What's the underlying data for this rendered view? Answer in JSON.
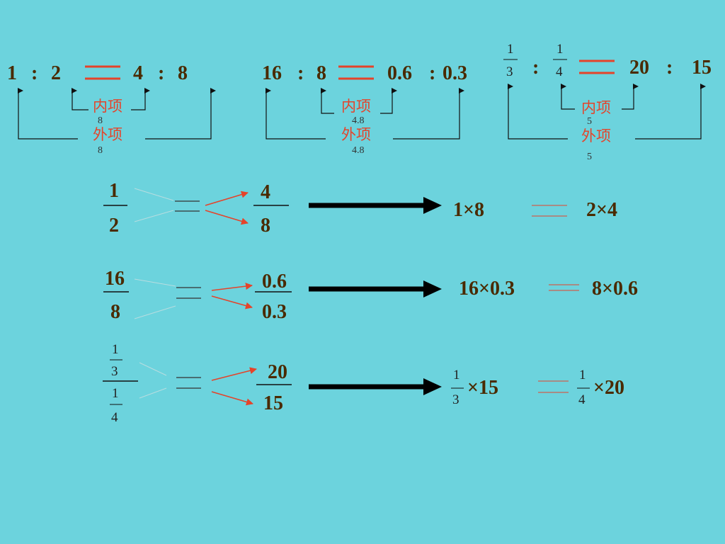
{
  "top_row": {
    "p1": {
      "a": "1",
      "colon1": ":",
      "b": "2",
      "c": "4",
      "colon2": ":",
      "d": "8",
      "inner_label": "内项",
      "inner_val": "8",
      "outer_label": "外项",
      "outer_val": "8"
    },
    "p2": {
      "a": "16",
      "colon1": ":",
      "b": "8",
      "c": "0.6",
      "colon2": ":",
      "d": "0.3",
      "inner_label": "内项",
      "inner_val": "4.8",
      "outer_label": "外项",
      "outer_val": "4.8"
    },
    "p3": {
      "a_num": "1",
      "a_den": "3",
      "colon1": ":",
      "b_num": "1",
      "b_den": "4",
      "c": "20",
      "colon2": ":",
      "d": "15",
      "inner_label": "内项",
      "inner_val": "5",
      "outer_label": "外项",
      "outer_val": "5"
    }
  },
  "rows": [
    {
      "left_num": "1",
      "left_den": "2",
      "right_num": "4",
      "right_den": "8",
      "res_left": "1×8",
      "res_right": "2×4"
    },
    {
      "left_num": "16",
      "left_den": "8",
      "right_num": "0.6",
      "right_den": "0.3",
      "res_left": "16×0.3",
      "res_right": "8×0.6"
    },
    {
      "left_num_num": "1",
      "left_num_den": "3",
      "left_den_num": "1",
      "left_den_den": "4",
      "right_num": "20",
      "right_den": "15",
      "res_left_num": "1",
      "res_left_den": "3",
      "res_left_tail": "×15",
      "res_right_num": "1",
      "res_right_den": "4",
      "res_right_tail": "×20"
    }
  ],
  "colors": {
    "background": "#6cd3dd",
    "accent": "#e5432a",
    "text": "#4a2a00"
  }
}
